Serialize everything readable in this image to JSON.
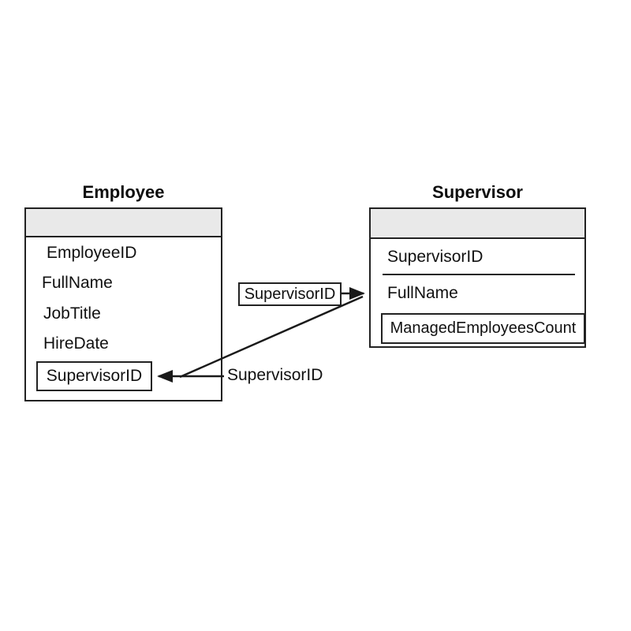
{
  "diagram": {
    "colors": {
      "background": "#ffffff",
      "border": "#222222",
      "header_fill": "#e9e9e9",
      "text": "#111111",
      "line": "#1a1a1a"
    },
    "entities": {
      "employee": {
        "title": "Employee",
        "attributes": [
          "EmployeeID",
          "FullName",
          "JobTitle",
          "HireDate",
          "SupervisorID"
        ]
      },
      "supervisor": {
        "title": "Supervisor",
        "attributes": [
          "SupervisorID",
          "FullName",
          "ManagedEmployeesCount"
        ]
      }
    },
    "connector": {
      "fk_box_label": "SupervisorID",
      "fk_line_label": "SupervisorID"
    }
  }
}
